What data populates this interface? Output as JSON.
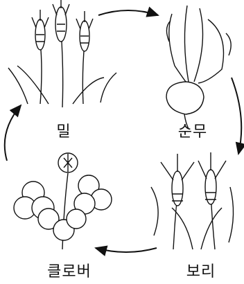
{
  "crops": [
    {
      "id": "wheat",
      "label": "밀"
    },
    {
      "id": "turnip",
      "label": "순무"
    },
    {
      "id": "barley",
      "label": "보리"
    },
    {
      "id": "clover",
      "label": "클로버"
    }
  ],
  "colors": {
    "ink": "#111111",
    "background": "#ffffff"
  }
}
